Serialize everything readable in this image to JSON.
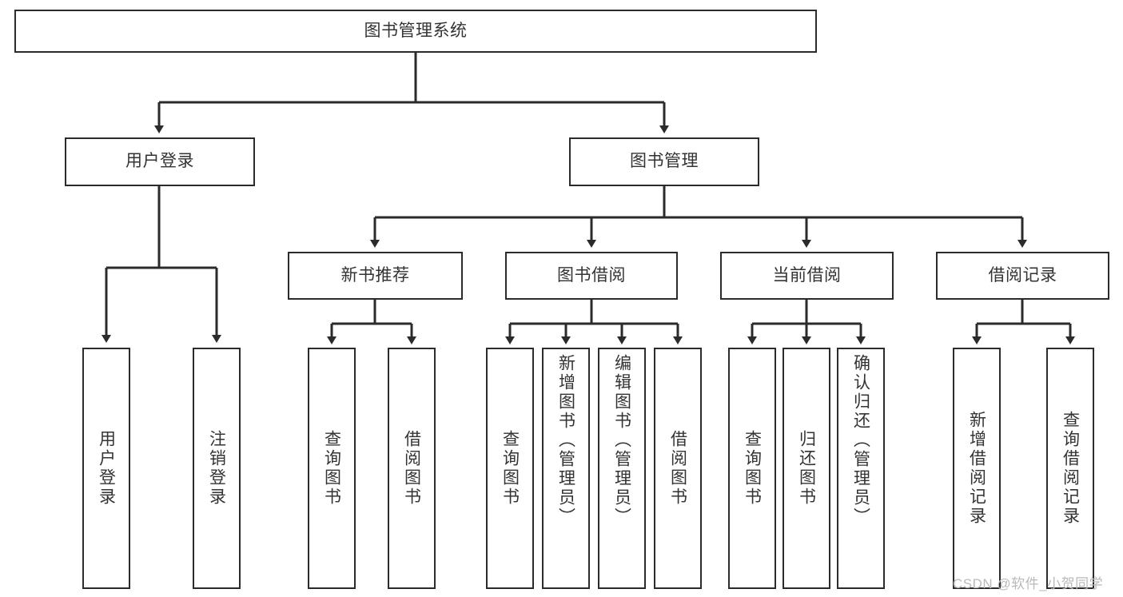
{
  "diagram": {
    "title": "图书管理系统",
    "watermark": "CSDN @软件_小贺同学",
    "colors": {
      "stroke": "#2b2b2b",
      "text": "#333333",
      "background": "#ffffff",
      "watermark": "#b9b9b9"
    },
    "nodes": {
      "root": "图书管理系统",
      "level2": {
        "user_login": "用户登录",
        "book_manage": "图书管理"
      },
      "level3": {
        "new_book_recommend": "新书推荐",
        "book_borrow": "图书借阅",
        "current_borrow": "当前借阅",
        "borrow_record": "借阅记录"
      },
      "leaves": {
        "user_login_1": "用户登录",
        "user_login_2": "注销登录",
        "recommend_1": "查询图书",
        "recommend_2": "借阅图书",
        "borrow_1": "查询图书",
        "borrow_2": "新增图书（管理员）",
        "borrow_3": "编辑图书（管理员）",
        "borrow_4": "借阅图书",
        "current_1": "查询图书",
        "current_2": "归还图书",
        "current_3": "确认归还（管理员）",
        "record_1": "新增借阅记录",
        "record_2": "查询借阅记录"
      }
    }
  }
}
